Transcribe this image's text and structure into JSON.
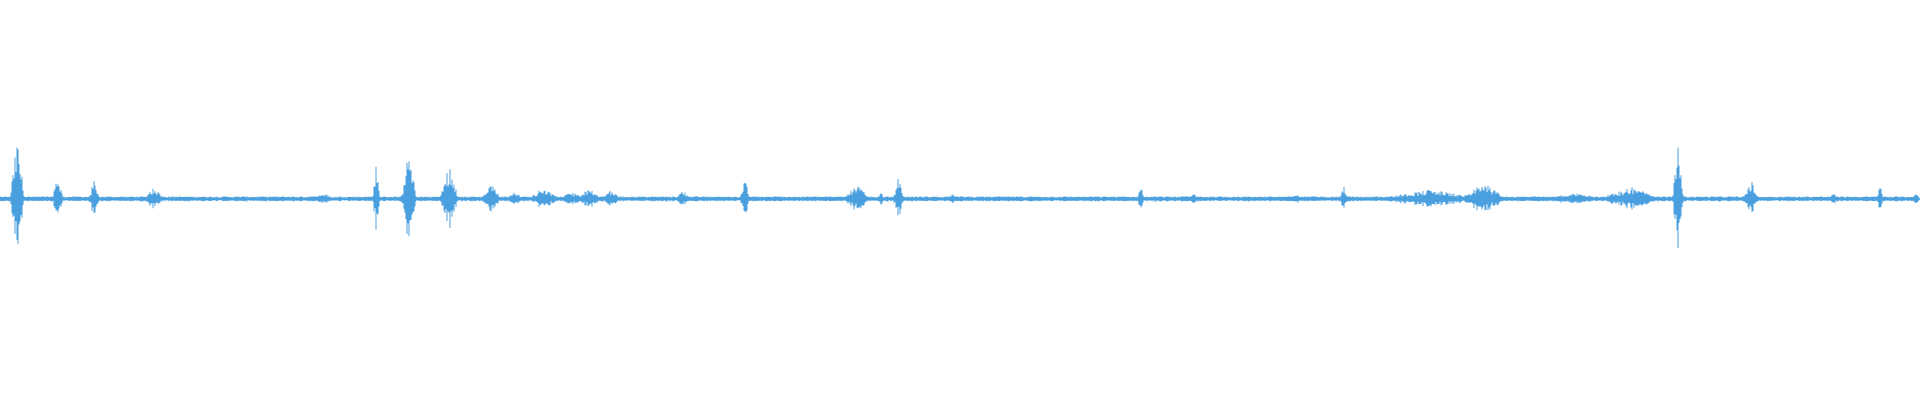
{
  "waveform": {
    "color": "#4a9fdf",
    "background": "#ffffff",
    "duration_fraction_samples": 960,
    "bursts": [
      {
        "at": 0.009,
        "amp": 0.5,
        "width": 0.004
      },
      {
        "at": 0.03,
        "amp": 0.22,
        "width": 0.003
      },
      {
        "at": 0.049,
        "amp": 0.16,
        "width": 0.003
      },
      {
        "at": 0.08,
        "amp": 0.1,
        "width": 0.006
      },
      {
        "at": 0.168,
        "amp": 0.05,
        "width": 0.008
      },
      {
        "at": 0.196,
        "amp": 0.3,
        "width": 0.002
      },
      {
        "at": 0.213,
        "amp": 0.42,
        "width": 0.004
      },
      {
        "at": 0.234,
        "amp": 0.3,
        "width": 0.005
      },
      {
        "at": 0.256,
        "amp": 0.12,
        "width": 0.006
      },
      {
        "at": 0.268,
        "amp": 0.08,
        "width": 0.004
      },
      {
        "at": 0.283,
        "amp": 0.1,
        "width": 0.008
      },
      {
        "at": 0.298,
        "amp": 0.06,
        "width": 0.008
      },
      {
        "at": 0.307,
        "amp": 0.1,
        "width": 0.006
      },
      {
        "at": 0.318,
        "amp": 0.08,
        "width": 0.006
      },
      {
        "at": 0.356,
        "amp": 0.08,
        "width": 0.004
      },
      {
        "at": 0.388,
        "amp": 0.16,
        "width": 0.003
      },
      {
        "at": 0.446,
        "amp": 0.12,
        "width": 0.008
      },
      {
        "at": 0.459,
        "amp": 0.06,
        "width": 0.002
      },
      {
        "at": 0.468,
        "amp": 0.2,
        "width": 0.003
      },
      {
        "at": 0.496,
        "amp": 0.04,
        "width": 0.006
      },
      {
        "at": 0.594,
        "amp": 0.14,
        "width": 0.002
      },
      {
        "at": 0.622,
        "amp": 0.05,
        "width": 0.003
      },
      {
        "at": 0.675,
        "amp": 0.05,
        "width": 0.003
      },
      {
        "at": 0.7,
        "amp": 0.14,
        "width": 0.002
      },
      {
        "at": 0.745,
        "amp": 0.08,
        "width": 0.03
      },
      {
        "at": 0.773,
        "amp": 0.14,
        "width": 0.012
      },
      {
        "at": 0.82,
        "amp": 0.05,
        "width": 0.02
      },
      {
        "at": 0.85,
        "amp": 0.1,
        "width": 0.018
      },
      {
        "at": 0.874,
        "amp": 0.62,
        "width": 0.003
      },
      {
        "at": 0.912,
        "amp": 0.16,
        "width": 0.004
      },
      {
        "at": 0.955,
        "amp": 0.05,
        "width": 0.003
      },
      {
        "at": 0.979,
        "amp": 0.14,
        "width": 0.002
      },
      {
        "at": 0.998,
        "amp": 0.06,
        "width": 0.002
      }
    ]
  }
}
